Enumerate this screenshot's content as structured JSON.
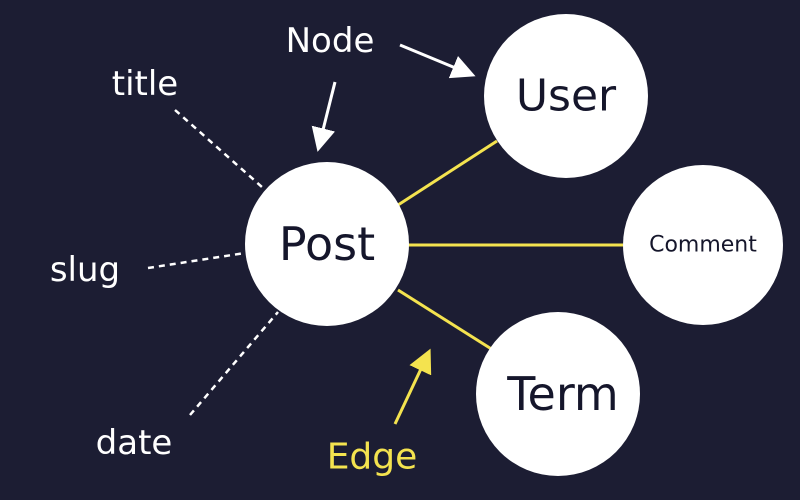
{
  "colors": {
    "background": "#1c1d33",
    "node_fill": "#ffffff",
    "node_text": "#15162b",
    "edge": "#f4e34f",
    "annotation": "#ffffff",
    "edge_label": "#f4e34f"
  },
  "nodes": {
    "post": "Post",
    "user": "User",
    "comment": "Comment",
    "term": "Term"
  },
  "fields": {
    "title": "title",
    "slug": "slug",
    "date": "date"
  },
  "annotations": {
    "node_label": "Node",
    "edge_label": "Edge"
  }
}
